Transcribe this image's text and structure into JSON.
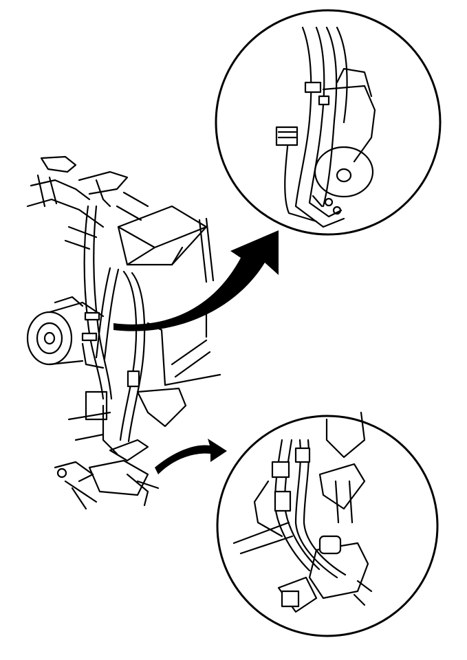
{
  "colors": {
    "ink": "#000000",
    "paper": "#ffffff"
  },
  "figure": {
    "kind": "line-drawing",
    "views": [
      "overall-view",
      "detail-view-pump",
      "detail-view-steering-gear"
    ],
    "callout_arrows": [
      "arrow-to-pump-detail",
      "arrow-to-gear-detail"
    ]
  }
}
